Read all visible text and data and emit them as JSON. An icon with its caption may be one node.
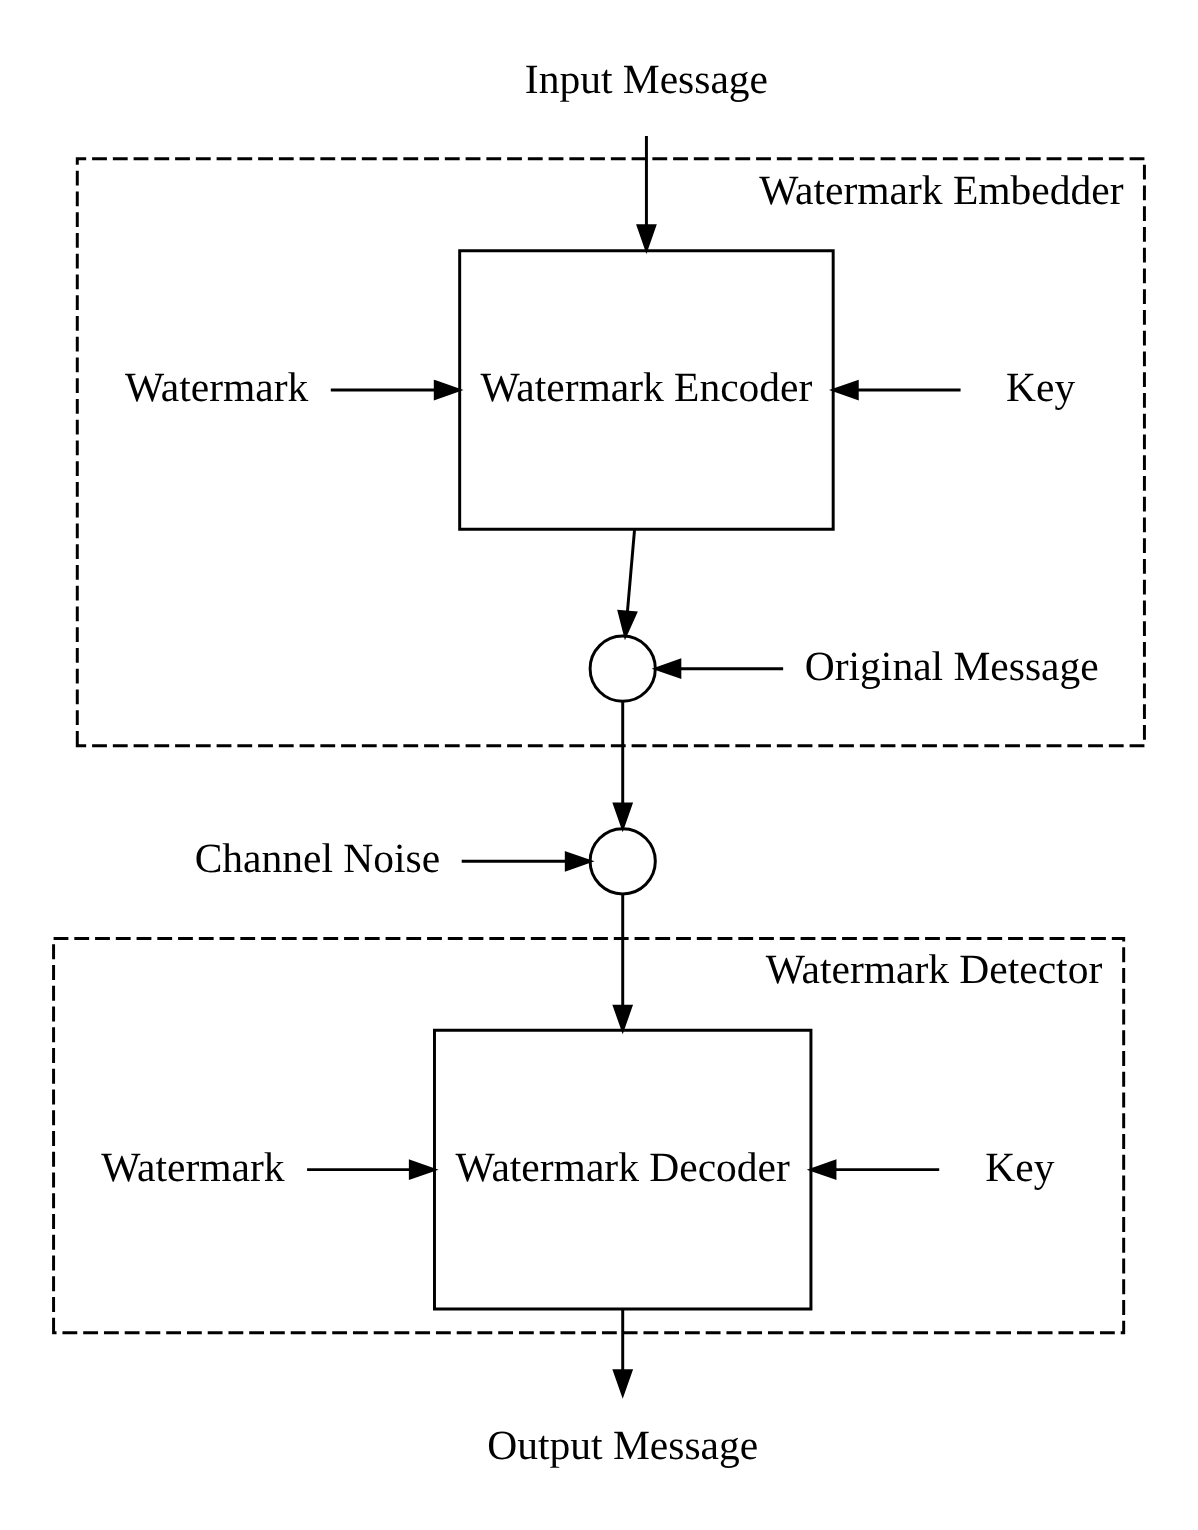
{
  "diagram": {
    "nodes": [
      {
        "text": [
          "Watermark Embedder"
        ]
      },
      {
        "text": [
          "Input Message"
        ]
      },
      {
        "text": [
          "Watermark"
        ],
        "in": 0
      },
      {
        "text": [
          "Watermark Encoder"
        ],
        "in": 0
      },
      {
        "text": [
          "Key"
        ],
        "in": 0
      },
      {
        "text": [],
        "shape": "circle",
        "in": 0
      },
      {
        "text": [
          "Original Message"
        ],
        "in": 0
      },
      {
        "text": [
          "Channel Noise"
        ]
      },
      {
        "text": [],
        "shape": "circle"
      },
      {
        "text": [
          "Watermark Detector"
        ]
      },
      {
        "text": [
          "Watermark"
        ],
        "in": 9
      },
      {
        "text": [
          "Watermark Decoder"
        ],
        "in": 9
      },
      {
        "text": [
          "Key"
        ],
        "in": 9
      },
      {
        "text": [
          "Output Message"
        ]
      }
    ],
    "edges": [
      {
        "from": 1,
        "to": 3,
        "arrow": "to"
      },
      {
        "from": 2,
        "to": 3,
        "arrow": "to"
      },
      {
        "from": 4,
        "to": 3,
        "arrow": "to"
      },
      {
        "from": 3,
        "to": 5,
        "arrow": "to"
      },
      {
        "from": 6,
        "to": 5,
        "arrow": "to"
      },
      {
        "from": 5,
        "to": 8,
        "arrow": "to"
      },
      {
        "from": 7,
        "to": 8,
        "arrow": "to"
      },
      {
        "from": 8,
        "to": 11,
        "arrow": "to"
      },
      {
        "from": 10,
        "to": 11,
        "arrow": "to"
      },
      {
        "from": 12,
        "to": 11,
        "arrow": "to"
      },
      {
        "from": 11,
        "to": 13,
        "arrow": "to"
      }
    ]
  }
}
